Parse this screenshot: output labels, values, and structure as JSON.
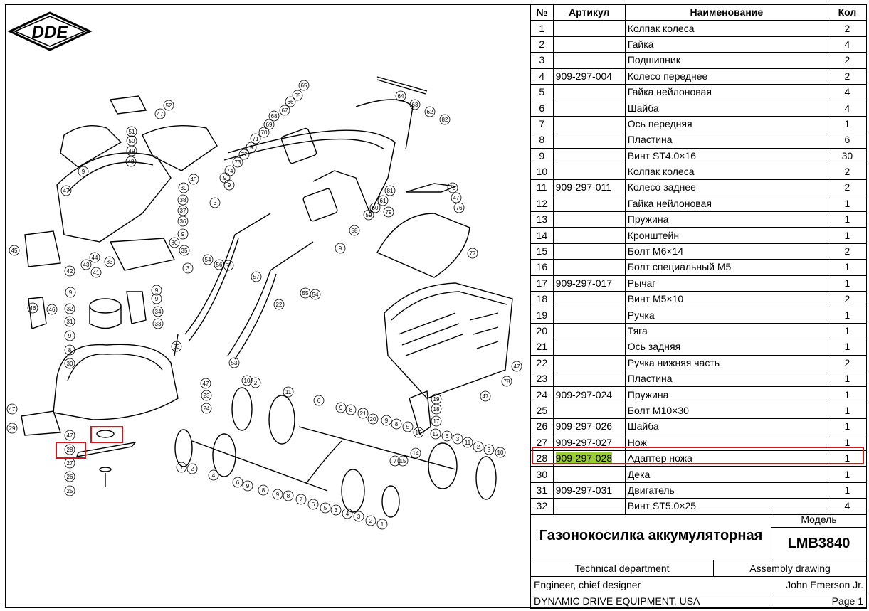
{
  "logo": {
    "text": "DDE"
  },
  "table": {
    "headers": {
      "num": "№",
      "article": "Артикул",
      "name": "Наименование",
      "qty": "Кол"
    },
    "rows": [
      {
        "num": "1",
        "article": "",
        "name": "Колпак колеса",
        "qty": "2"
      },
      {
        "num": "2",
        "article": "",
        "name": "Гайка",
        "qty": "4"
      },
      {
        "num": "3",
        "article": "",
        "name": "Подшипник",
        "qty": "2"
      },
      {
        "num": "4",
        "article": "909-297-004",
        "name": "Колесо переднее",
        "qty": "2"
      },
      {
        "num": "5",
        "article": "",
        "name": "Гайка нейлоновая",
        "qty": "4"
      },
      {
        "num": "6",
        "article": "",
        "name": "Шайба",
        "qty": "4"
      },
      {
        "num": "7",
        "article": "",
        "name": "Ось передняя",
        "qty": "1"
      },
      {
        "num": "8",
        "article": "",
        "name": "Пластина",
        "qty": "6"
      },
      {
        "num": "9",
        "article": "",
        "name": "Винт ST4.0×16",
        "qty": "30"
      },
      {
        "num": "10",
        "article": "",
        "name": "Колпак колеса",
        "qty": "2"
      },
      {
        "num": "11",
        "article": "909-297-011",
        "name": "Колесо заднее",
        "qty": "2"
      },
      {
        "num": "12",
        "article": "",
        "name": "Гайка нейлоновая",
        "qty": "1"
      },
      {
        "num": "13",
        "article": "",
        "name": "Пружина",
        "qty": "1"
      },
      {
        "num": "14",
        "article": "",
        "name": "Кронштейн",
        "qty": "1"
      },
      {
        "num": "15",
        "article": "",
        "name": "Болт M6×14",
        "qty": "2"
      },
      {
        "num": "16",
        "article": "",
        "name": "Болт специальный M5",
        "qty": "1"
      },
      {
        "num": "17",
        "article": "909-297-017",
        "name": "Рычаг",
        "qty": "1"
      },
      {
        "num": "18",
        "article": "",
        "name": "Винт M5×10",
        "qty": "2"
      },
      {
        "num": "19",
        "article": "",
        "name": "Ручка",
        "qty": "1"
      },
      {
        "num": "20",
        "article": "",
        "name": "Тяга",
        "qty": "1"
      },
      {
        "num": "21",
        "article": "",
        "name": "Ось задняя",
        "qty": "1"
      },
      {
        "num": "22",
        "article": "",
        "name": "Ручка нижняя часть",
        "qty": "2"
      },
      {
        "num": "23",
        "article": "",
        "name": "Пластина",
        "qty": "1"
      },
      {
        "num": "24",
        "article": "909-297-024",
        "name": "Пружина",
        "qty": "1"
      },
      {
        "num": "25",
        "article": "",
        "name": "Болт M10×30",
        "qty": "1"
      },
      {
        "num": "26",
        "article": "909-297-026",
        "name": "Шайба",
        "qty": "1"
      },
      {
        "num": "27",
        "article": "909-297-027",
        "name": "Нож",
        "qty": "1"
      },
      {
        "num": "28",
        "article": "909-297-028",
        "name": "Адаптер ножа",
        "qty": "1",
        "selected": true
      },
      {
        "num": "30",
        "article": "",
        "name": "Дека",
        "qty": "1"
      },
      {
        "num": "31",
        "article": "909-297-031",
        "name": "Двигатель",
        "qty": "1"
      },
      {
        "num": "32",
        "article": "",
        "name": "Винт ST5.0×25",
        "qty": "4"
      }
    ]
  },
  "title_block": {
    "product": "Газонокосилка аккумуляторная",
    "model_label": "Модель",
    "model": "LMB3840",
    "department": "Technical department",
    "drawing_type": "Assembly drawing",
    "role": "Engineer, chief designer",
    "person": "John Emerson Jr.",
    "company": "DYNAMIC DRIVE EQUIPMENT, USA",
    "page": "Page 1"
  },
  "callouts": [
    "1",
    "2",
    "3",
    "4",
    "5",
    "6",
    "7",
    "8",
    "9",
    "10",
    "11",
    "12",
    "13",
    "14",
    "15",
    "16",
    "17",
    "18",
    "19",
    "20",
    "21",
    "22",
    "23",
    "24",
    "25",
    "27",
    "28",
    "29",
    "30",
    "31",
    "32",
    "33",
    "34",
    "35",
    "36",
    "37",
    "38",
    "39",
    "40",
    "41",
    "42",
    "43",
    "44",
    "45",
    "46",
    "47",
    "48",
    "49",
    "50",
    "51",
    "52",
    "53",
    "54",
    "55",
    "56",
    "57",
    "58",
    "59",
    "60",
    "61",
    "62",
    "63",
    "64",
    "65",
    "66",
    "67",
    "68",
    "69",
    "70",
    "71",
    "72",
    "73",
    "74",
    "75",
    "76",
    "77",
    "78",
    "79",
    "80",
    "81",
    "82",
    "83"
  ],
  "colors": {
    "highlight": "#9acd32",
    "selection": "#d0181b"
  }
}
